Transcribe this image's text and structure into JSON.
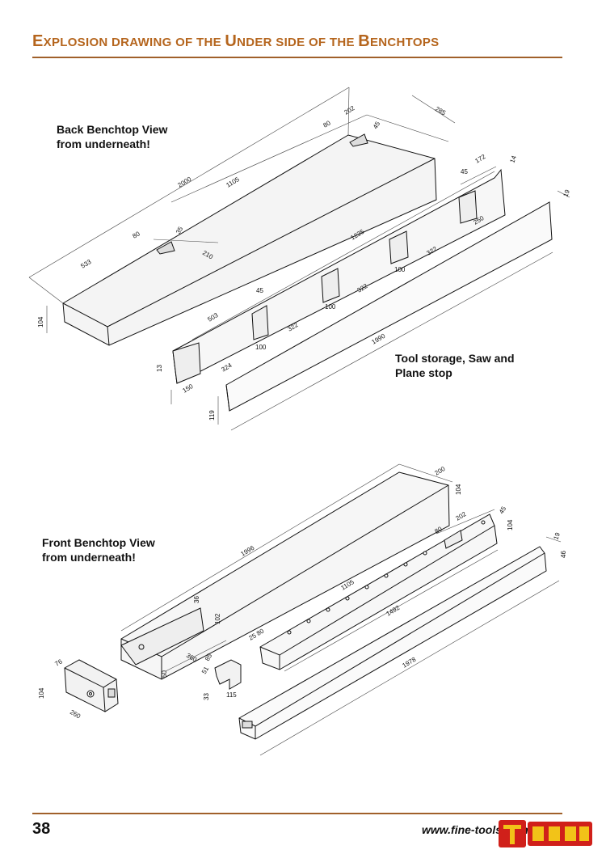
{
  "header": {
    "title_parts": [
      {
        "initial": "E",
        "rest": "XPLOSION DRAWING OF THE "
      },
      {
        "initial": "U",
        "rest": "NDER SIDE OF THE "
      },
      {
        "initial": "B",
        "rest": "ENCHTOPS"
      }
    ]
  },
  "labels": {
    "back_view": [
      "Back Benchtop View",
      "from underneath!"
    ],
    "tool_storage": [
      "Tool storage, Saw and",
      "Plane stop"
    ],
    "front_view": [
      "Front Benchtop View",
      "from underneath!"
    ]
  },
  "dimensions": {
    "back_top": {
      "d285": "285",
      "d202": "202",
      "d80a": "80",
      "d45a": "45",
      "d2000": "2000",
      "d1105": "1105",
      "d80b": "80",
      "d35": "35",
      "d210": "210",
      "d533": "533",
      "d104": "104"
    },
    "tool_strip": {
      "d45a": "45",
      "d172": "172",
      "d14": "14",
      "d1225": "1225",
      "d250": "250",
      "d322a": "322",
      "d100a": "100",
      "d45b": "45",
      "d503": "503",
      "d322b": "322",
      "d100b": "100",
      "d322c": "322",
      "d100c": "100",
      "d104": "104",
      "d150": "150",
      "d324": "324",
      "d13": "13"
    },
    "saw_stop": {
      "d1990": "1990",
      "d119": "119",
      "d19": "19"
    },
    "front_top": {
      "d200": "200",
      "d104": "104",
      "d1996": "1996",
      "d36": "36",
      "d102": "102",
      "d360": "360",
      "d50": "50"
    },
    "front_strip": {
      "d45": "45",
      "d202": "202",
      "d80": "80",
      "d104": "104",
      "d1105": "1105",
      "d1492": "1492",
      "d2580": "25 80"
    },
    "front_stop": {
      "d19": "19",
      "d1978": "1978",
      "d46": "46"
    },
    "small_block": {
      "d76": "76",
      "d104": "104",
      "d260": "260"
    },
    "small_piece": {
      "d85": "85",
      "d51": "51",
      "d115": "115",
      "d33": "33"
    }
  },
  "footer": {
    "page_number": "38",
    "website": "www.fine-tools.com"
  },
  "colors": {
    "title": "#b5651d",
    "rule": "#a0602a",
    "logo_red": "#d0201a",
    "logo_yellow": "#f2c318"
  }
}
